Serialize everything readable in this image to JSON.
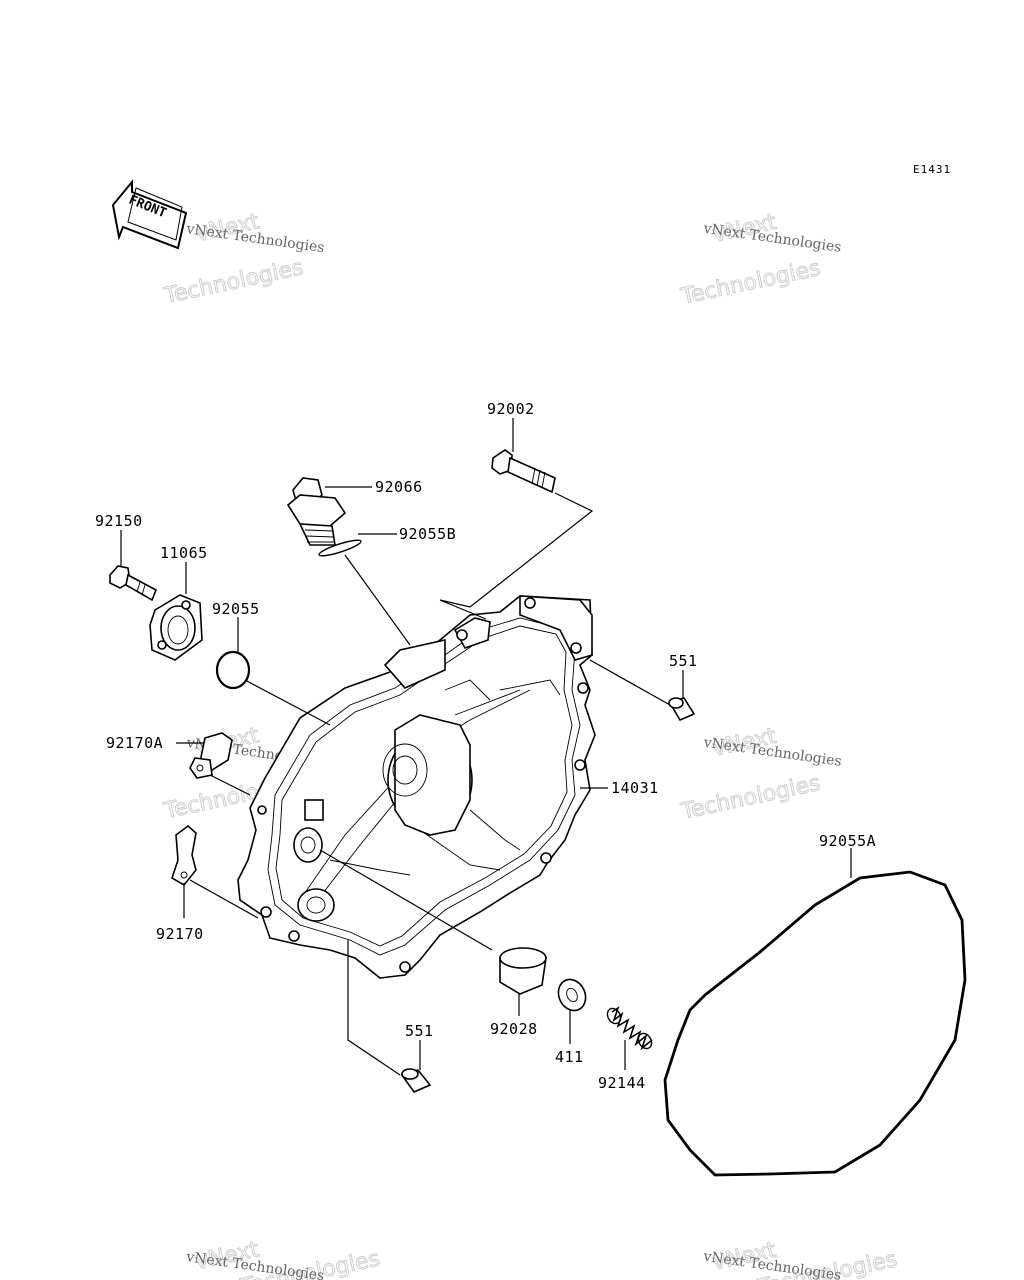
{
  "diagram_code": "E1431",
  "front_indicator": "FRONT",
  "watermark": {
    "small": "vNext Technologies",
    "big_top": "vNext",
    "big_bottom": "Technologies"
  },
  "parts": {
    "p92002": "92002",
    "p92066": "92066",
    "p92055B": "92055B",
    "p92150": "92150",
    "p11065": "11065",
    "p92055": "92055",
    "p551_top": "551",
    "p92170A": "92170A",
    "p14031": "14031",
    "p92055A": "92055A",
    "p92170": "92170",
    "p551_bottom": "551",
    "p92028": "92028",
    "p411": "411",
    "p92144": "92144"
  }
}
